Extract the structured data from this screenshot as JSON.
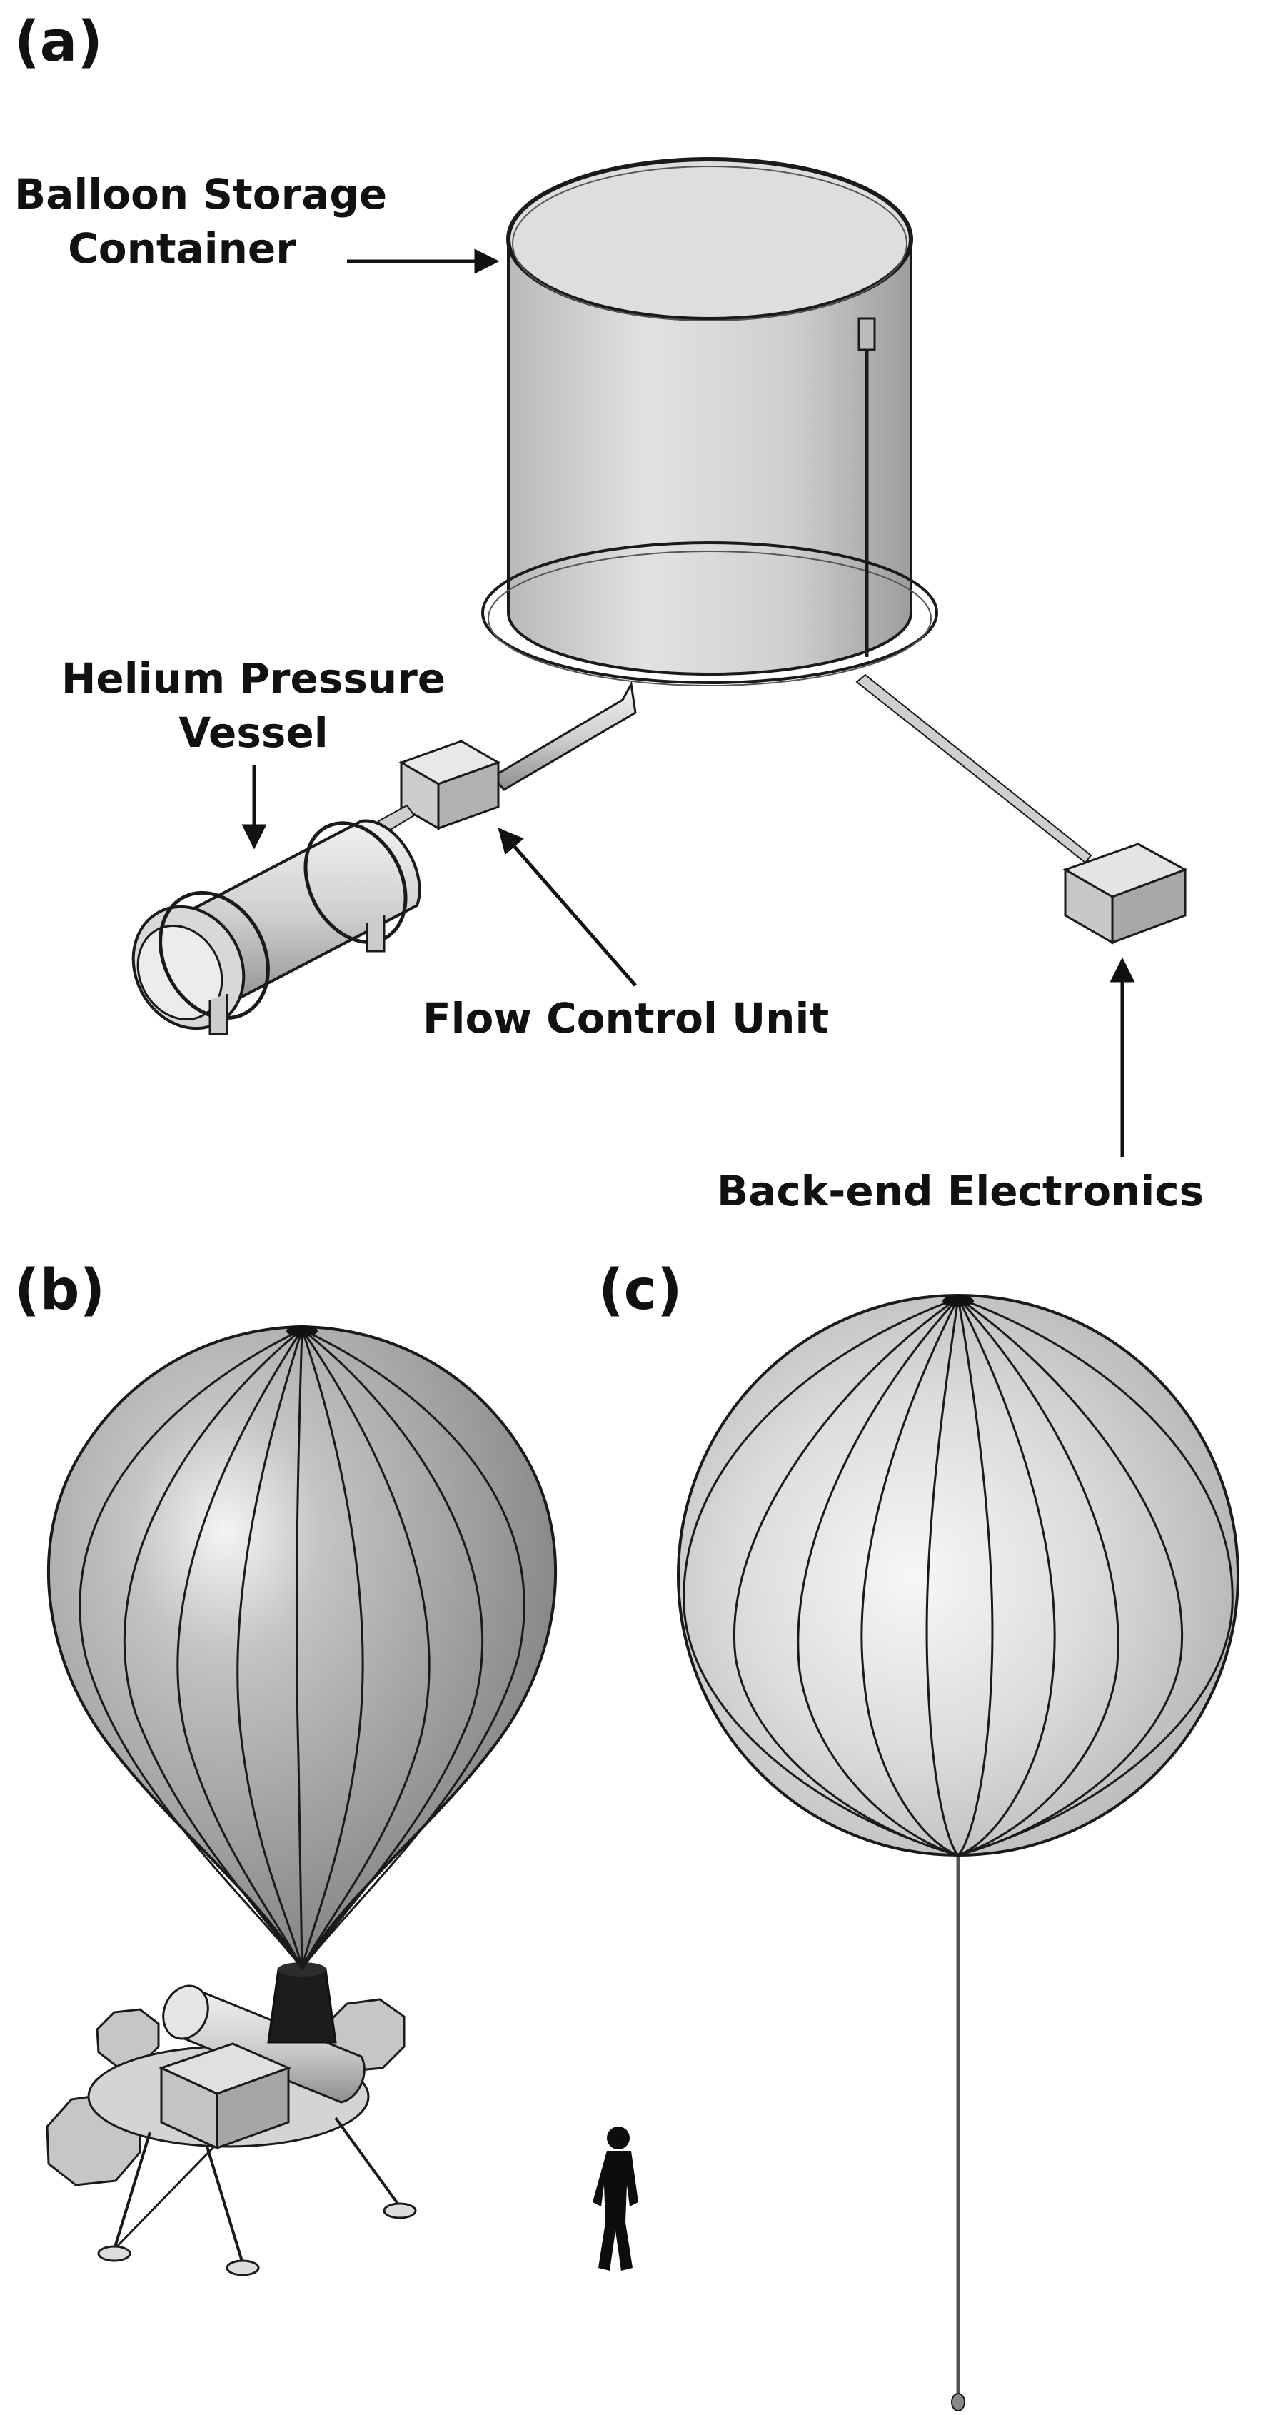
{
  "panels": {
    "a": {
      "label": "(a)"
    },
    "b": {
      "label": "(b)"
    },
    "c": {
      "label": "(c)"
    }
  },
  "callouts": {
    "balloon_storage_line1": "Balloon Storage",
    "balloon_storage_line2": "Container",
    "helium_line1": "Helium Pressure",
    "helium_line2": "Vessel",
    "flow_control": "Flow Control Unit",
    "backend": "Back-end Electronics"
  },
  "colors": {
    "metal_light": "#e6e6e6",
    "metal_mid": "#bdbdbd",
    "metal_dark": "#8a8a8a",
    "outline": "#1a1a1a",
    "balloon_b": "#a9a9a9",
    "balloon_c": "#d2d2d2"
  }
}
